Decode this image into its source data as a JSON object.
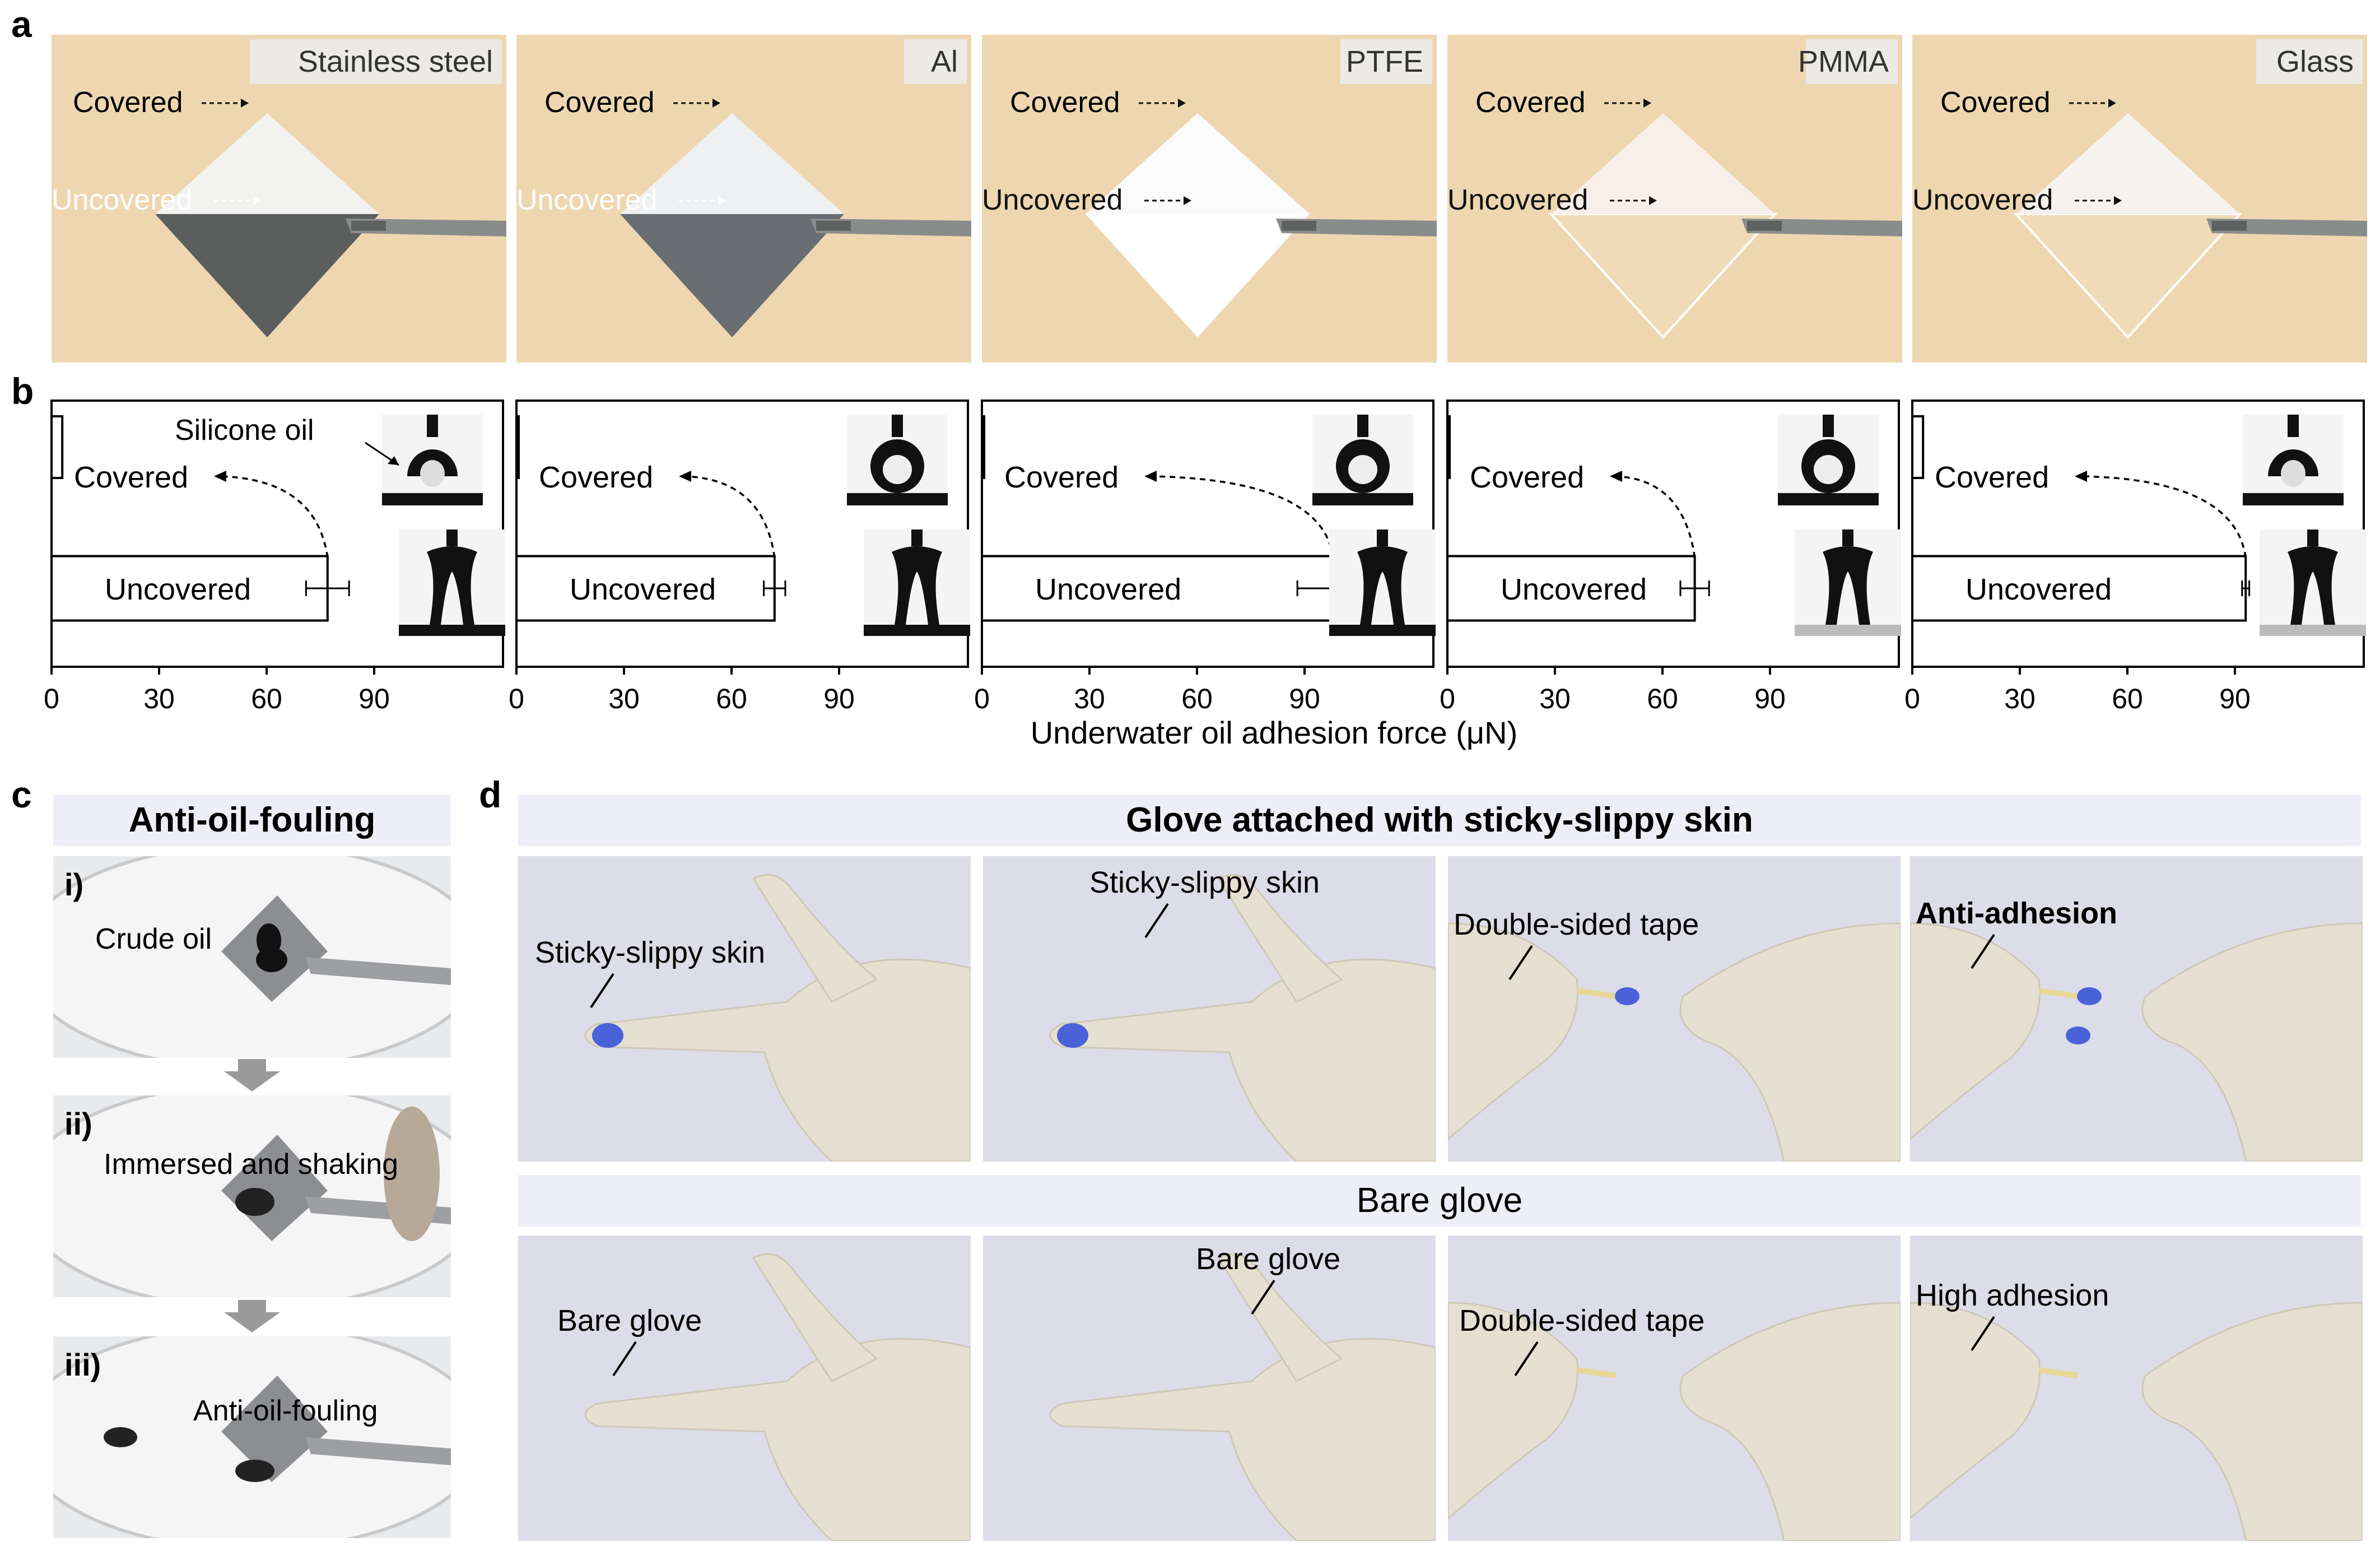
{
  "panel_labels": {
    "a": "a",
    "b": "b",
    "c": "c",
    "d": "d"
  },
  "panel_a": {
    "covered_label": "Covered",
    "uncovered_label": "Uncovered",
    "materials": [
      "Stainless steel",
      "Al",
      "PTFE",
      "PMMA",
      "Glass"
    ]
  },
  "panel_b": {
    "drop_label": "Silicone oil",
    "x_axis_title": "Underwater oil adhesion force (μN)",
    "x_ticks": [
      "0",
      "30",
      "60",
      "90"
    ]
  },
  "chart_data": {
    "type": "bar",
    "orientation": "horizontal",
    "xlabel": "Underwater oil adhesion force (μN)",
    "xlim": [
      0,
      126
    ],
    "x_ticks": [
      0,
      30,
      60,
      90
    ],
    "categories": [
      "Covered",
      "Uncovered"
    ],
    "panels": [
      {
        "name": "Stainless steel",
        "values": [
          3,
          77
        ],
        "errors": [
          0,
          6
        ]
      },
      {
        "name": "Al",
        "values": [
          0.5,
          72
        ],
        "errors": [
          0,
          3
        ]
      },
      {
        "name": "PTFE",
        "values": [
          0.5,
          98
        ],
        "errors": [
          0,
          10
        ]
      },
      {
        "name": "PMMA",
        "values": [
          0.5,
          69
        ],
        "errors": [
          0,
          4
        ]
      },
      {
        "name": "Glass",
        "values": [
          3,
          93
        ],
        "errors": [
          0,
          1
        ]
      }
    ]
  },
  "panel_c": {
    "title": "Anti-oil-fouling",
    "steps": [
      {
        "label": "i)",
        "caption": "Crude oil"
      },
      {
        "label": "ii)",
        "caption": "Immersed and shaking"
      },
      {
        "label": "iii)",
        "caption": "Anti-oil-fouling"
      }
    ]
  },
  "panel_d": {
    "top_title": "Glove attached with sticky-slippy skin",
    "top_captions": [
      "Sticky-slippy skin",
      "Sticky-slippy skin",
      "Double-sided tape",
      "Anti-adhesion"
    ],
    "bottom_title": "Bare glove",
    "bottom_captions": [
      "Bare glove",
      "Bare glove",
      "Double-sided tape",
      "High adhesion"
    ]
  },
  "colors": {
    "beige_background": "#eed7b0",
    "glove_background": "#dcdde8",
    "glove": "#e6e0d2",
    "skin_blue": "#4a62d8",
    "banner": "#eeeef8"
  }
}
